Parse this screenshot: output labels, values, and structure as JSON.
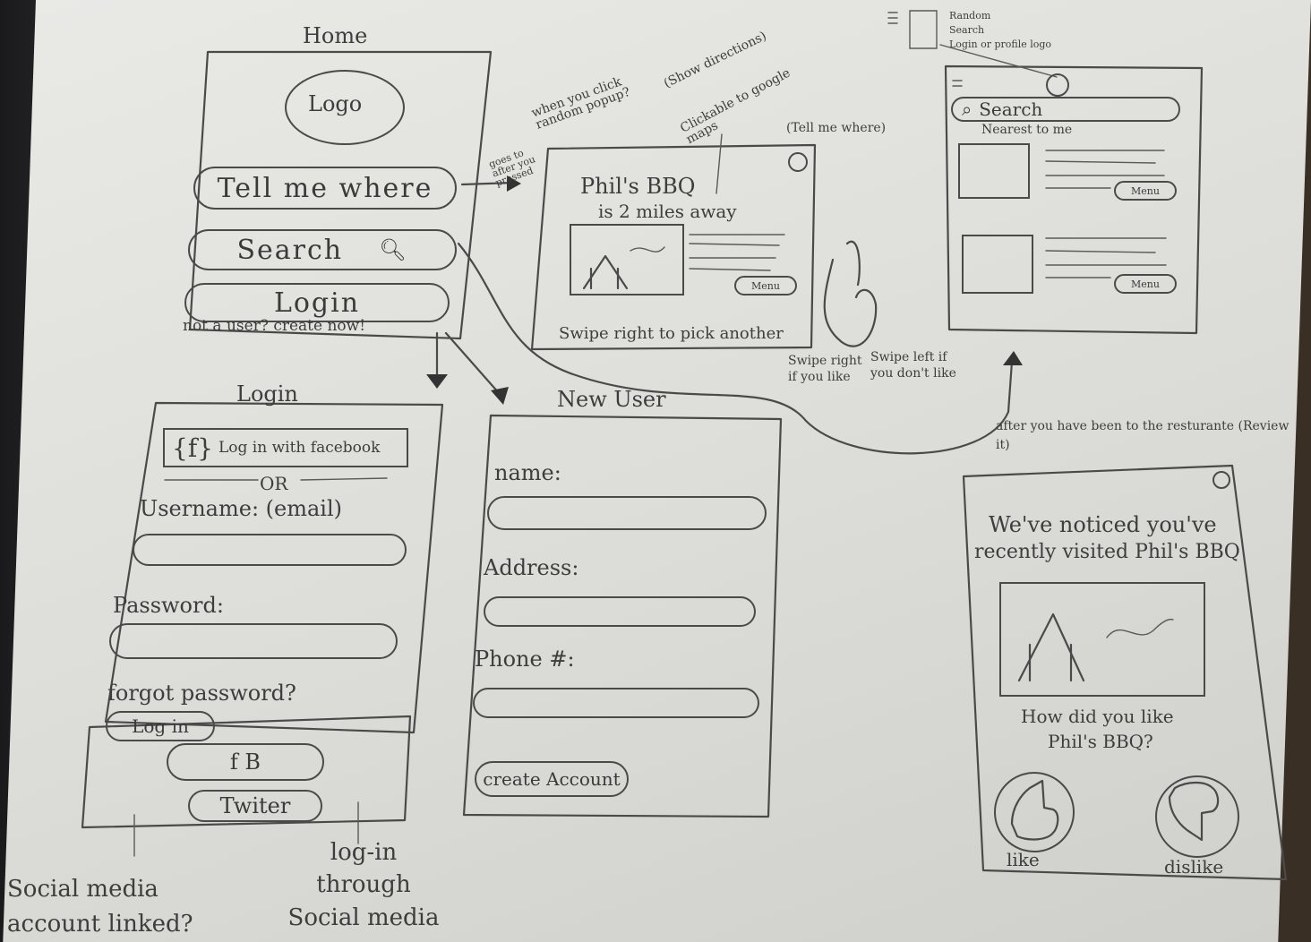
{
  "screens": {
    "home": {
      "title": "Home",
      "logo": "Logo",
      "tell_me_where": "Tell me where",
      "search": "Search",
      "login": "Login",
      "create_link": "not a user? create now!"
    },
    "login": {
      "title": "Login",
      "facebook_login": "Log in with facebook",
      "or": "OR",
      "username_label": "Username: (email)",
      "password_label": "Password:",
      "forgot_password": "forgot password?",
      "login_button": "Log in",
      "fb_button": "f B",
      "twitter_button": "Twiter"
    },
    "new_user": {
      "title": "New User",
      "name_label": "name:",
      "address_label": "Address:",
      "phone_label": "Phone #:",
      "create_button": "create Account"
    },
    "tell_me_where_popup": {
      "restaurant": "Phil's BBQ",
      "distance": "is 2 miles away",
      "menu": "Menu",
      "swipe_hint": "Swipe right to pick another"
    },
    "search_results": {
      "search": "Search",
      "nearest": "Nearest to me",
      "menu1": "Menu",
      "menu2": "Menu"
    },
    "review": {
      "noticed_line1": "We've noticed you've",
      "noticed_line2": "recently visited Phil's BBQ",
      "question_line1": "How did you like",
      "question_line2": "Phil's BBQ?",
      "like": "like",
      "dislike": "dislike"
    }
  },
  "annotations": {
    "goes_to": "goes to after you pressed",
    "random_popup": "when you click random popup?",
    "show_directions": "(Show directions)",
    "clickable": "Clickable to google maps",
    "tell_me_where": "(Tell me where)",
    "swipe_right": "Swipe right if you like",
    "swipe_left": "Swipe left if you don't like",
    "after_visit": "after you have been to the resturante (Review it)",
    "menu_legend_1": "Random",
    "menu_legend_2": "Search",
    "menu_legend_3": "Login or profile logo",
    "social_linked": "Social media account linked?",
    "social_login": "log-in through Social media"
  }
}
